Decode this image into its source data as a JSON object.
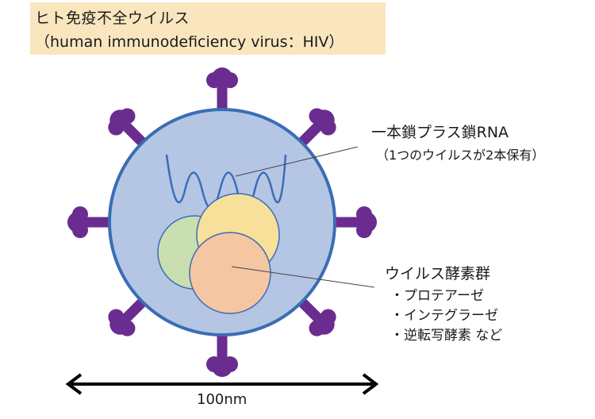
{
  "title": {
    "line1": "ヒト免疫不全ウイルス",
    "line2": "（human immunodeficiency virus：HIV）"
  },
  "labels": {
    "rna_title": "一本鎖プラス鎖RNA",
    "rna_note": "（1つのウイルスが2本保有）",
    "enzyme_title": "ウイルス酵素群",
    "enzymes": [
      "・プロテアーゼ",
      "・インテグラーゼ",
      "・逆転写酵素 など"
    ],
    "scale": "100nm"
  },
  "colors": {
    "title_bg": "#f9e6bf",
    "spike": "#6a2c8e",
    "envelope_fill": "#b4c6e4",
    "envelope_stroke": "#3a6db5",
    "rna": "#3a6db5",
    "enzyme_green": "#c9dfb0",
    "enzyme_yellow": "#f8e09a",
    "enzyme_orange": "#f5c6a2",
    "enzyme_stroke": "#3a6db5"
  }
}
